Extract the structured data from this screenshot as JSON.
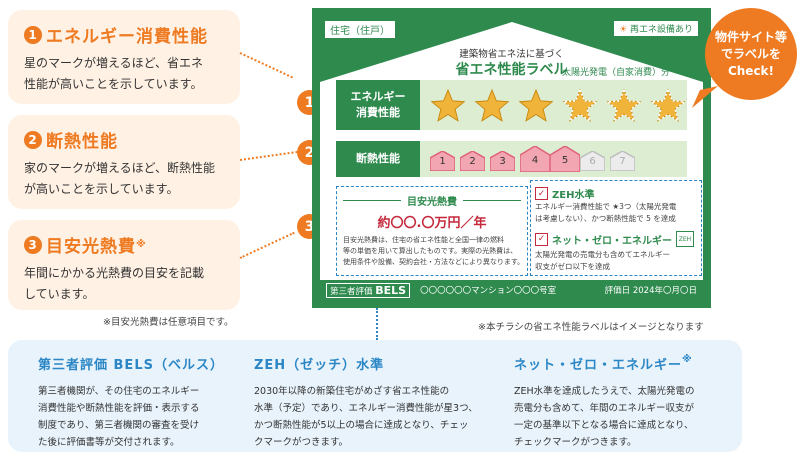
{
  "cards": [
    {
      "num": "1",
      "title": "エネルギー消費性能",
      "sup": "",
      "desc": [
        "星のマークが増えるほど、省エネ",
        "性能が高いことを示しています。"
      ]
    },
    {
      "num": "2",
      "title": "断熱性能",
      "sup": "",
      "desc": [
        "家のマークが増えるほど、断熱性能",
        "が高いことを示しています。"
      ]
    },
    {
      "num": "3",
      "title": "目安光熱費",
      "sup": "※",
      "desc": [
        "年間にかかる光熱費の目安を記載",
        "しています。"
      ]
    }
  ],
  "note_left": "※目安光熱費は任意項目です。",
  "note_right": "※本チラシの省エネ性能ラベルはイメージとなります",
  "callout": [
    "物件サイト等",
    "でラベルを",
    "Check!"
  ],
  "markers": [
    "1",
    "2",
    "3"
  ],
  "label": {
    "tag_left": "住宅（住戸）",
    "tag_right": "再エネ設備あり",
    "subtitle": "建築物省エネ法に基づく",
    "title": "省エネ性能ラベル",
    "energy_label": [
      "エネルギー",
      "消費性能"
    ],
    "solar_note": "太陽光発電（自家消費）分",
    "stars": {
      "count": 3,
      "solar": 3
    },
    "insulation_label": "断熱性能",
    "houses": [
      "1",
      "2",
      "3",
      "4",
      "5",
      "6",
      "7"
    ],
    "insulation_level": 5,
    "cost_header": "目安光熱費",
    "cost_value": "約〇〇.〇万円／年",
    "cost_desc": [
      "目安光熱費は、住宅の省エネ性能と全国一律の燃料",
      "等の単価を用いて算出したものです。実際の光熱費は、",
      "使用条件や設備、契約会社・方法などにより異なります。"
    ],
    "zeh_title": "ZEH水準",
    "zeh_desc": [
      "エネルギー消費性能で ★3つ（太陽光発電",
      "は考慮しない）、かつ断熱性能で 5 を達成"
    ],
    "nzeh_title": "ネット・ゼロ・エネルギー",
    "nzeh_desc": [
      "太陽光発電の売電分も含めてエネルギー",
      "収支がゼロ以下を達成"
    ],
    "bels_label": "第三者評価",
    "bels_name": "BELS",
    "building": "〇〇〇〇〇〇マンション〇〇〇号室",
    "eval_date": "評価日 2024年〇月〇日"
  },
  "info": [
    {
      "title": "第三者評価 BELS（ベルス）",
      "sup": "",
      "text": [
        "第三者機関が、その住宅のエネルギー",
        "消費性能や断熱性能を評価・表示する",
        "制度であり、第三者機関の審査を受け",
        "た後に評価書等が交付されます。"
      ]
    },
    {
      "title": "ZEH（ゼッチ）水準",
      "sup": "",
      "text": [
        "2030年以降の新築住宅がめざす省エネ性能の",
        "水準（予定）であり、エネルギー消費性能が星3つ、",
        "かつ断熱性能が5以上の場合に達成となり、チェッ",
        "クマークがつきます。"
      ]
    },
    {
      "title": "ネット・ゼロ・エネルギー",
      "sup": "※",
      "text": [
        "ZEH水準を達成したうえで、太陽光発電の",
        "売電分も含めて、年間のエネルギー収支が",
        "一定の基準以下となる場合に達成となり、",
        "チェックマークがつきます。"
      ]
    }
  ],
  "colors": {
    "orange": "#ee7a21",
    "green": "#2f8a4e",
    "pink": "#e0607a",
    "blue": "#2b86c6"
  }
}
